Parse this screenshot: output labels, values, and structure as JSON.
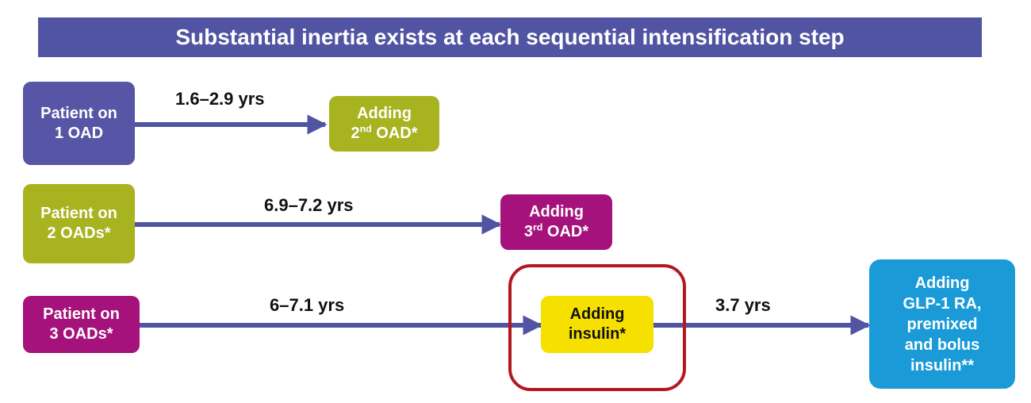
{
  "title": "Substantial inertia exists at each sequential intensification step",
  "rows": [
    {
      "start": {
        "line1": "Patient on",
        "line2": "1 OAD"
      },
      "duration": "1.6–2.9 yrs",
      "end": {
        "line1": "Adding",
        "prefix": "2",
        "sup": "nd",
        "suffix": " OAD*"
      }
    },
    {
      "start": {
        "line1": "Patient on",
        "line2": "2 OADs*"
      },
      "duration": "6.9–7.2 yrs",
      "end": {
        "line1": "Adding",
        "prefix": "3",
        "sup": "rd",
        "suffix": " OAD*"
      }
    },
    {
      "start": {
        "line1": "Patient on",
        "line2": "3 OADs*"
      },
      "duration": "6–7.1 yrs",
      "middle": {
        "line1": "Adding",
        "line2": "insulin*"
      },
      "duration2": "3.7 yrs",
      "end": {
        "lines": [
          "Adding",
          "GLP-1 RA,",
          "premixed",
          "and bolus",
          "insulin**"
        ]
      }
    }
  ],
  "colors": {
    "title_bg": "#5054a2",
    "arrow": "#5054a2",
    "purple": "#5755a5",
    "olive": "#a7b31f",
    "magenta": "#a5127b",
    "yellow": "#f5e000",
    "blue": "#1a9bd7",
    "highlight": "#b5171f"
  }
}
